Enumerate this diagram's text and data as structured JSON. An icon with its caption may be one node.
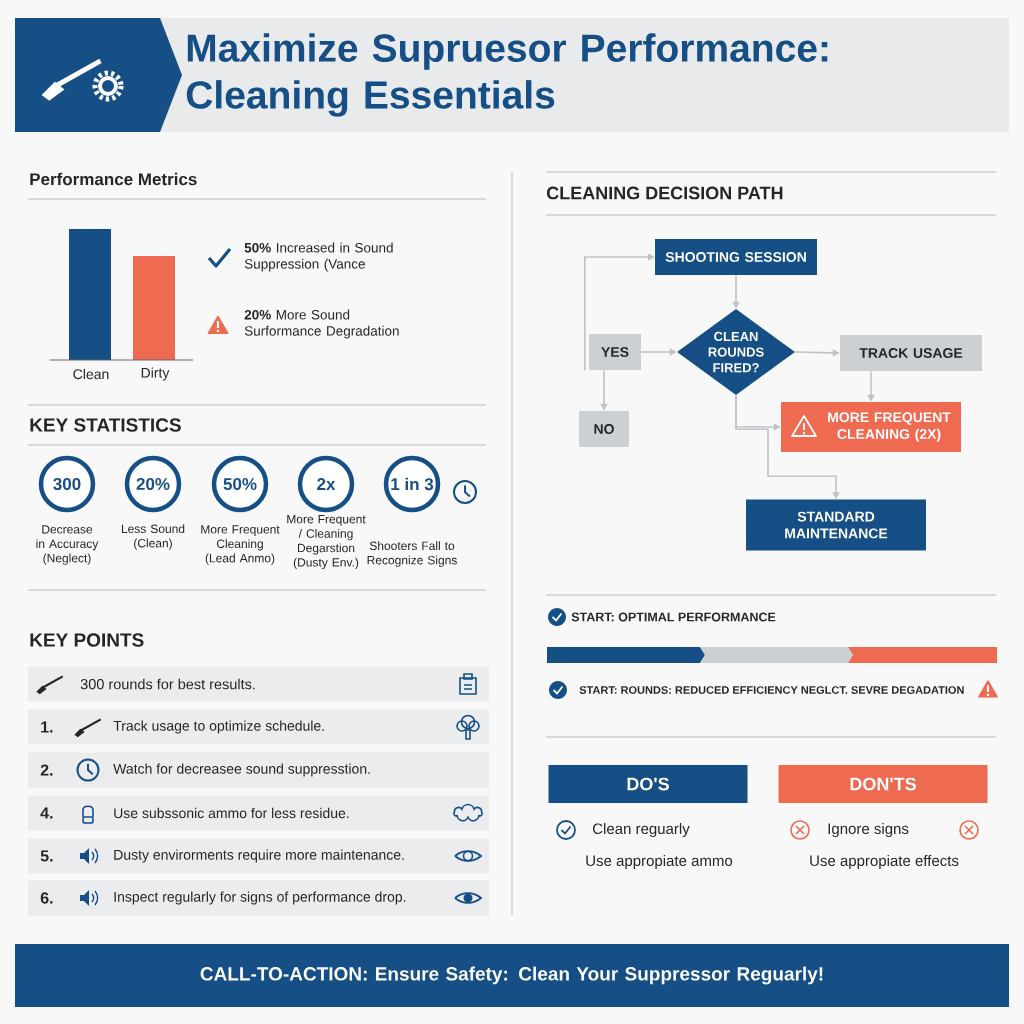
{
  "diagram": {
    "title": "Maximize Supruesor Performance: Cleaning Essentials",
    "nodes": [
      {
        "text": [
          "300"
        ],
        "beside": [
          "Decrease in Accuracy (Neglect)"
        ]
      },
      {
        "text": [
          "20%"
        ],
        "beside": [
          "Less Sound (Clean)"
        ]
      },
      {
        "text": [
          "50%"
        ],
        "beside": [
          "More Frequent Cleaning (Lead Anmo)"
        ]
      },
      {
        "text": [
          "2x"
        ],
        "beside": [
          "More Frequent / Cleaning Degarstion (Dusty Env.)"
        ]
      },
      {
        "text": [
          "1 in 3"
        ],
        "beside": [
          "Shooters Fall to Recognize Signs"
        ]
      },
      {
        "text": [
          "300 rounds for best results."
        ]
      },
      {
        "text": [
          "1.",
          "Track usage to optimize schedule."
        ]
      },
      {
        "text": [
          "2.",
          "Watch for decreasee sound suppresstion."
        ]
      },
      {
        "text": [
          "4.",
          "Use subssonic ammo for less residue."
        ]
      },
      {
        "text": [
          "5.",
          "Dusty envirorments require more maintenance."
        ]
      },
      {
        "text": [
          "6.",
          "Inspect regularly for signs of performance drop."
        ]
      },
      {
        "text": [
          "SHOOTING SESSION"
        ]
      },
      {
        "text": [
          "CLEAN ROUNDS FIRED?"
        ]
      },
      {
        "text": [
          "YES"
        ]
      },
      {
        "text": [
          "TRACK USAGE"
        ]
      },
      {
        "text": [
          "NO"
        ]
      },
      {
        "text": [
          "MORE FREQUENT CLEANING (2X)"
        ]
      },
      {
        "text": [
          "STANDARD MAINTENANCE"
        ]
      },
      {
        "text": [
          "DO'S"
        ]
      },
      {
        "text": [
          "DON'TS"
        ]
      },
      {
        "text": [
          "CALL-TO-ACTION: Ensure Safety: Clean Your Suppressor Reguarly!"
        ]
      }
    ],
    "edges": [
      {
        "from": 13,
        "to": 11,
        "arrow": "to"
      },
      {
        "from": 11,
        "to": 12,
        "arrow": "to"
      },
      {
        "from": 13,
        "to": 12,
        "arrow": "to"
      },
      {
        "from": 13,
        "to": 15,
        "arrow": "to"
      },
      {
        "from": 12,
        "to": 14,
        "arrow": "to"
      },
      {
        "from": 14,
        "to": 16,
        "arrow": "to"
      },
      {
        "from": 12,
        "to": 16,
        "arrow": "to"
      },
      {
        "from": 12,
        "to": 17,
        "arrow": "to"
      }
    ],
    "labels": [
      "Performance Metrics",
      "**50%** Increased in Sound Suppression (Vance",
      "**20%** More Sound Surformance Degradation",
      "Clean",
      "Dirty",
      "KEY STATISTICS",
      "KEY POINTS",
      "CLEANING DECISION PATH",
      "START: OPTIMAL PERFORMANCE",
      "START: ROUNDS: REDUCED EFFICIENCY NEGLCT. SEVRE DEGADATION",
      "Clean reguarly",
      "Use appropiate ammo",
      "Ignore signs",
      "Use appropiate effects"
    ]
  }
}
